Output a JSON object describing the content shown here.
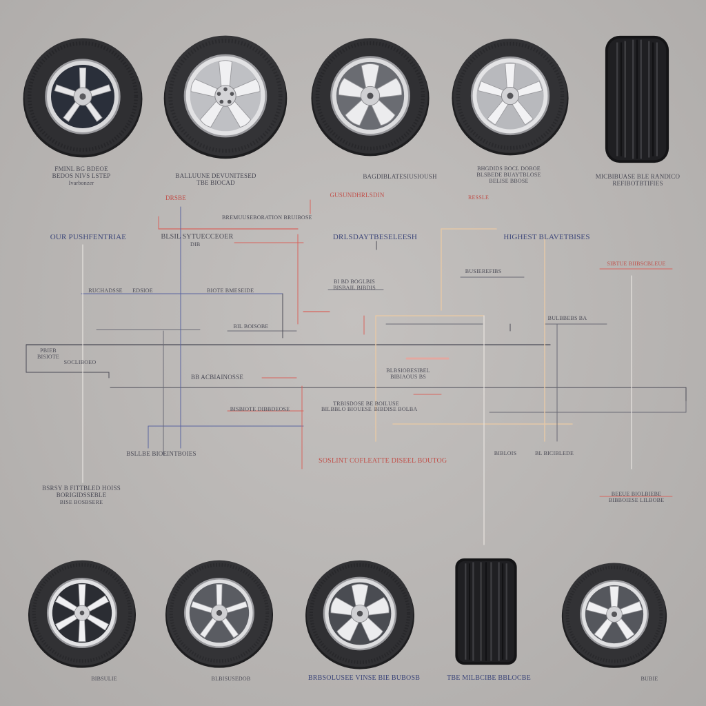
{
  "colors": {
    "background": "#b9b6b4",
    "tire_rubber": "#2b2b2e",
    "rim_silver": "#d9d9db",
    "line_dark": "#4a4a55",
    "line_navy": "#5a64a0",
    "line_red": "#d8635c",
    "line_tan": "#e4c8a8"
  },
  "top_labels": [
    {
      "line1": "FMINL BG BDEOE",
      "line2": "BEDOS NIVS LSTEP",
      "line3": "Ivarbonzer"
    },
    {
      "line1": "BALLUUNE DEVUNITESED",
      "line2": "TBE BIOCAD",
      "line3": ""
    },
    {
      "line1": "BAGDIBLATESIUSIOUSH",
      "line2": "",
      "line3": ""
    },
    {
      "line1": "BHGDIDS BOCL DOBOE",
      "line2": "BLSBEDE BUAYTBLOSE",
      "line3": "BELISE BBOSE"
    },
    {
      "line1": "MICBIBUASE BLE RANDICO",
      "line2": "REFIBOTBTIFIES",
      "line3": ""
    }
  ],
  "middle_labels": {
    "red_top_1": "DRSBE",
    "red_top_2": "GUSUNDHRLSDIN",
    "red_top_3": "RESSLE",
    "strip_1": "BREMUUSEBORATION BRUIBOSE",
    "navy_1": "OUR PUSHFENTRIAE",
    "mid_1": "BLSIL SYTUECCEOER",
    "mid_1b": "DIB",
    "navy_2": "DRLSDAYTBESELEESH",
    "navy_3": "HIGHEST BLAVETBISES",
    "small_1": "BUSIEREFIBS",
    "red_right": "SIBTUE BIIBSCBLEUE",
    "row_a1": "RUCHADSSE",
    "row_a2": "EDSIOE",
    "row_a3": "BIOTE BMESEIDE",
    "row_b1": "BI BD BOGLBIS",
    "row_b2": "BISBAIL BIBDIS",
    "row_c1": "BIL BOISOBE",
    "row_c2": "BULBBEBS BA",
    "left_box_1": "PBIEB",
    "left_box_2": "BISIOTE",
    "left_box_3": "SOCLIBOEO",
    "row_d1": "BB ACBIAINOSSE",
    "row_d2": "BLBSIOBESIBEL",
    "row_d3": "BIBIAOUS BS",
    "row_e1": "TRBISDOSE BE BOILUSE",
    "row_e2": "BILBBLO BIOUESE",
    "row_e3": "BIBDISE BOLBA",
    "row_f1": "BISBIOTE DIBBDEOSE",
    "low_1": "BSLLBE BIOEINTBOIES",
    "low_red": "SOSLINT COFLEATTE DISEEL BOUTOG",
    "low_right_1": "BIBLOIS",
    "low_right_2": "BL BICIBLEDE"
  },
  "side_labels": {
    "left_line1": "BSRSY B FITTBLED HOISS",
    "left_line2": "BORIGIDSSEBLE",
    "left_line3": "BISE BOSBSERE",
    "right_line1": "BEEUE BIOLBIEBE",
    "right_line2": "BIBBOIESE LILBOBE"
  },
  "bottom_labels": [
    {
      "line1": "BIBSULIE",
      "line2": ""
    },
    {
      "line1": "BLBISUSEDOB",
      "line2": ""
    },
    {
      "line1": "BRBSOLUSEE VINSE BIE BUBOSB",
      "line2": ""
    },
    {
      "line1": "TBE MILBCIBE BBLOCBE",
      "line2": ""
    },
    {
      "line1": "BUBIE",
      "line2": ""
    }
  ]
}
